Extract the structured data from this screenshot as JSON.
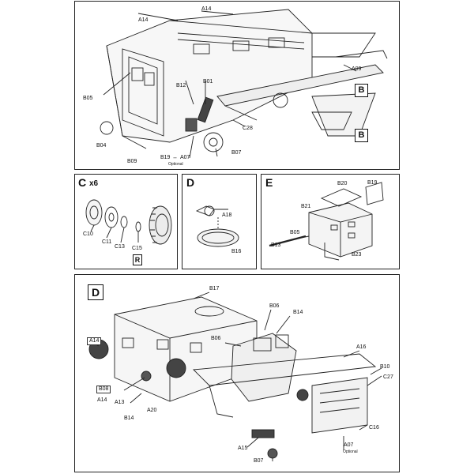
{
  "panel_top": {
    "labels": {
      "a14_left": "A14",
      "a14_right": "A14",
      "a09": "A09",
      "b05": "B05",
      "b04": "B04",
      "b09": "B09",
      "b12": "B12",
      "b01": "B01",
      "c28": "C28",
      "b07": "B07",
      "b19": "B19",
      "arrow": "↔",
      "a07": "A07",
      "optional": "Optional"
    },
    "refs": [
      "B",
      "B"
    ]
  },
  "panel_c": {
    "step": "C",
    "multiplier": "x6",
    "labels": {
      "c10": "C10",
      "c11": "C11",
      "c13": "C13",
      "c15": "C15"
    },
    "side_badge": "R"
  },
  "panel_d_small": {
    "step": "D",
    "labels": {
      "a18": "A18",
      "b16": "B16"
    }
  },
  "panel_e": {
    "step": "E",
    "labels": {
      "b20": "B20",
      "b19": "B19",
      "b21": "B21",
      "b05": "B05",
      "b13": "B13",
      "b23": "B23"
    }
  },
  "panel_bottom": {
    "ref": "D",
    "labels": {
      "b17": "B17",
      "b06_top": "B06",
      "b14_top": "B14",
      "b06_mid": "B06",
      "a14": "A14",
      "a16": "A16",
      "b10": "B10",
      "c27": "C27",
      "b08": "B08",
      "a14_low": "A14",
      "a13": "A13",
      "a20": "A20",
      "b14_low": "B14",
      "c16": "C16",
      "a15": "A15",
      "a07": "A07",
      "optional": "Optional",
      "b07": "B07"
    }
  }
}
